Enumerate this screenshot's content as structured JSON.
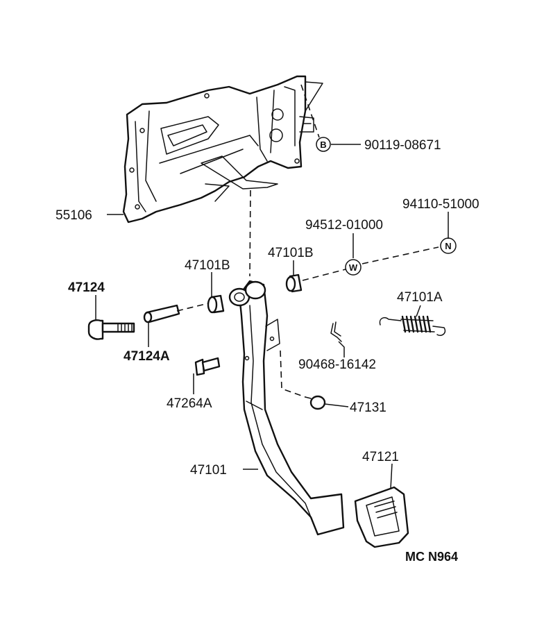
{
  "diagram": {
    "drawing_code": "MC N964",
    "symbols": {
      "bolt_symbol": "B",
      "washer_symbol": "W",
      "nut_symbol": "N"
    },
    "parts": [
      {
        "id": "p90119",
        "label": "90119-08671"
      },
      {
        "id": "p55106",
        "label": "55106"
      },
      {
        "id": "p94110",
        "label": "94110-51000"
      },
      {
        "id": "p94512",
        "label": "94512-01000"
      },
      {
        "id": "p47101B_left",
        "label": "47101B"
      },
      {
        "id": "p47101B_right",
        "label": "47101B"
      },
      {
        "id": "p47124",
        "label": "47124"
      },
      {
        "id": "p47101A",
        "label": "47101A"
      },
      {
        "id": "p47124A",
        "label": "47124A"
      },
      {
        "id": "p90468",
        "label": "90468-16142"
      },
      {
        "id": "p47264A",
        "label": "47264A"
      },
      {
        "id": "p47131",
        "label": "47131"
      },
      {
        "id": "p47121",
        "label": "47121"
      },
      {
        "id": "p47101",
        "label": "47101"
      }
    ]
  }
}
